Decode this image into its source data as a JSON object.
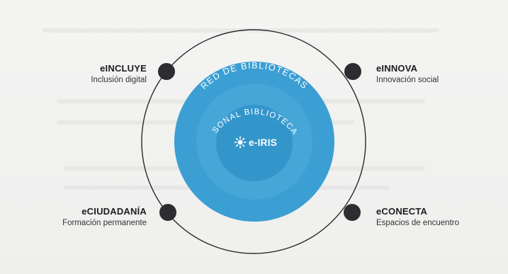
{
  "diagram": {
    "rings": {
      "outer": "RED DE BIBLIOTECAS",
      "inner": "PERSONAL BIBLIOTECARIO"
    },
    "center_logo": {
      "icon": "sun-burst-icon",
      "text": "e-IRIS"
    },
    "nodes": [
      {
        "id": "eincluye",
        "title": "eINCLUYE",
        "subtitle": "Inclusión digital"
      },
      {
        "id": "einnova",
        "title": "eINNOVA",
        "subtitle": "Innovación social"
      },
      {
        "id": "eciudadania",
        "title": "eCIUDADANÍA",
        "subtitle": "Formación permanente"
      },
      {
        "id": "econecta",
        "title": "eCONECTA",
        "subtitle": "Espacios de encuentro"
      }
    ],
    "colors": {
      "outer_disc": "#3b9fd3",
      "middle_disc": "#45a6d7",
      "inner_disc": "#3396cb",
      "ring_line": "#2a2a2a",
      "node_dot": "#2c2c31"
    }
  }
}
